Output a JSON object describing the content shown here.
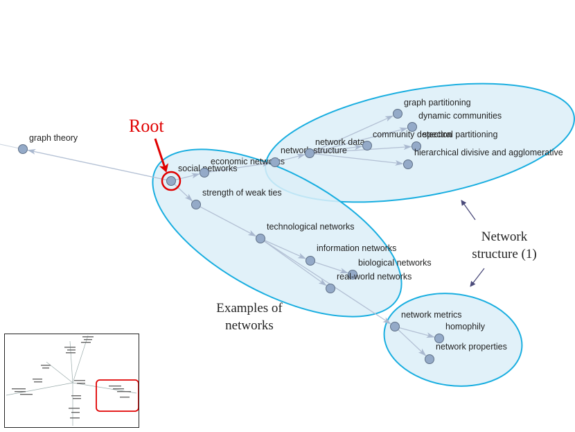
{
  "diagram": {
    "root_label": "Root",
    "nodes": [
      {
        "id": "graph-theory",
        "label": "graph theory"
      },
      {
        "id": "social-networks",
        "label": "social networks"
      },
      {
        "id": "economic-networks",
        "label": "economic networks"
      },
      {
        "id": "network-structure",
        "label": "network structure"
      },
      {
        "id": "network-data",
        "label": "network data"
      },
      {
        "id": "community-detection",
        "label": "community detection"
      },
      {
        "id": "graph-partitioning",
        "label": "graph partitioning"
      },
      {
        "id": "dynamic-communities",
        "label": "dynamic communities"
      },
      {
        "id": "spectral-partitioning",
        "label": "spectral partitioning"
      },
      {
        "id": "hierarchical-divisive",
        "label": "hierarchical divisive and agglomerative"
      },
      {
        "id": "strength-weak-ties",
        "label": "strength of weak ties"
      },
      {
        "id": "technological-networks",
        "label": "technological networks"
      },
      {
        "id": "information-networks",
        "label": "information networks"
      },
      {
        "id": "biological-networks",
        "label": "biological networks"
      },
      {
        "id": "real-world-networks",
        "label": "real-world networks"
      },
      {
        "id": "network-metrics",
        "label": "network metrics"
      },
      {
        "id": "homophily",
        "label": "homophily"
      },
      {
        "id": "network-properties",
        "label": "network properties"
      }
    ],
    "edges": [
      [
        "social-networks",
        "graph-theory"
      ],
      [
        "social-networks",
        "economic-networks"
      ],
      [
        "economic-networks",
        "network-structure"
      ],
      [
        "network-structure",
        "network-data"
      ],
      [
        "network-data",
        "community-detection"
      ],
      [
        "network-data",
        "graph-partitioning"
      ],
      [
        "network-data",
        "dynamic-communities"
      ],
      [
        "network-data",
        "spectral-partitioning"
      ],
      [
        "network-data",
        "hierarchical-divisive"
      ],
      [
        "social-networks",
        "strength-weak-ties"
      ],
      [
        "strength-weak-ties",
        "technological-networks"
      ],
      [
        "technological-networks",
        "information-networks"
      ],
      [
        "technological-networks",
        "real-world-networks"
      ],
      [
        "information-networks",
        "biological-networks"
      ],
      [
        "technological-networks",
        "network-metrics"
      ],
      [
        "network-metrics",
        "homophily"
      ],
      [
        "network-metrics",
        "network-properties"
      ]
    ],
    "groups": {
      "network_structure_line1": "Network",
      "network_structure_line2": "structure (1)",
      "examples_line1": "Examples of",
      "examples_line2": "networks"
    },
    "colors": {
      "node_fill": "#94aac8",
      "node_stroke": "#5e6f86",
      "edge": "#b3c0d4",
      "ellipse_fill": "#dceef8",
      "ellipse_stroke": "#19aee0",
      "highlight": "#e00000",
      "callout_arrow": "#4a4a7a"
    }
  }
}
